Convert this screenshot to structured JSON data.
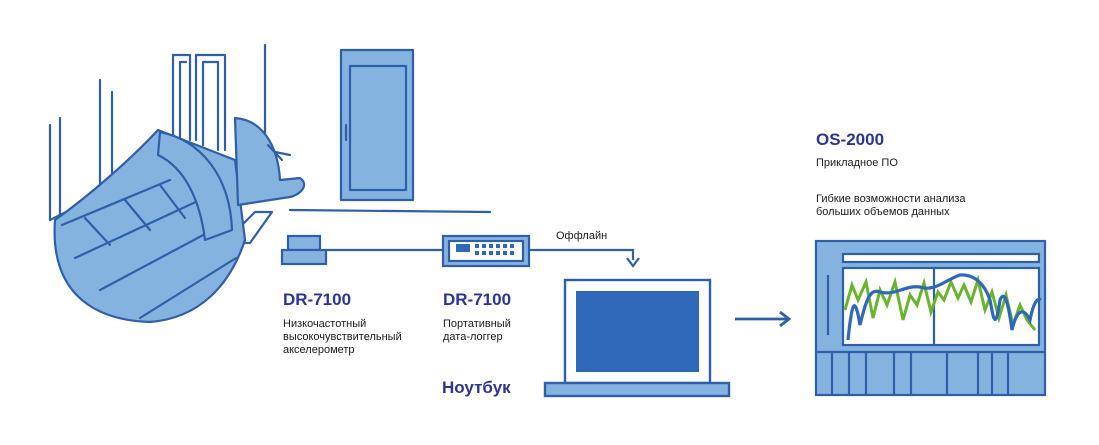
{
  "colors": {
    "outline": "#2f5fa8",
    "fill_light": "#85b3df",
    "fill_dark": "#2f68b8",
    "title": "#2d3590",
    "green": "#6ab42d"
  },
  "accelerometer": {
    "title": "DR-7100",
    "desc_lines": [
      "Низкочастотный",
      "высокочувствительный",
      "акселерометр"
    ]
  },
  "logger": {
    "title": "DR-7100",
    "desc_lines": [
      "Портативный",
      "дата-логгер"
    ]
  },
  "offline_label": "Оффлайн",
  "laptop_label": "Ноутбук",
  "software": {
    "title": "OS-2000",
    "subtitle": "Прикладное ПО",
    "desc_lines": [
      "Гибкие возможности анализа",
      "больших объемов данных"
    ]
  },
  "icons": {
    "scene": "bridge-structure-icon",
    "sensor": "accelerometer-icon",
    "logger": "data-logger-icon",
    "laptop": "laptop-icon",
    "software": "software-window-icon"
  }
}
